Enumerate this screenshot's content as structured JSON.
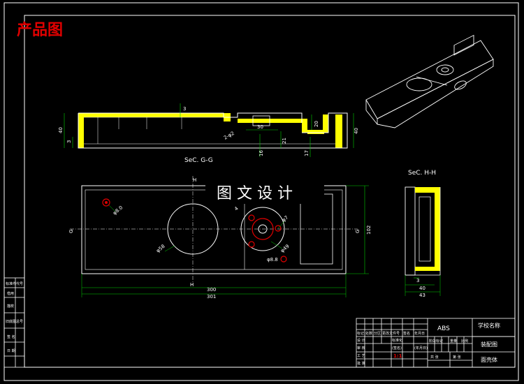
{
  "header": {
    "title": "产品图"
  },
  "watermark": "图 文 设 计",
  "section_gg": {
    "label": "SeC. G-G",
    "dims": {
      "d3_top": "3",
      "d40_left": "40",
      "d3_left": "3",
      "d2phi": "2-φ2",
      "d30": "30",
      "d16": "16",
      "d21": "21",
      "d20": "20",
      "d17": "17",
      "d40_right": "40"
    }
  },
  "plan": {
    "dims": {
      "phi8": "φ8.0",
      "phi58": "φ58",
      "phi4": "4",
      "phi7": "φ7",
      "phi49": "φ49",
      "phi8b": "φ8.8",
      "d300": "300",
      "d301": "301",
      "d102": "102"
    },
    "markers": {
      "h_top": "H",
      "h_bottom": "H",
      "g_left": "G",
      "g_right": "G"
    }
  },
  "section_hh": {
    "label": "SeC. H-H",
    "dims": {
      "d3": "3",
      "d40": "40",
      "d43": "43"
    }
  },
  "left_panel": {
    "cells": [
      "标准件代号",
      "借用",
      "描校",
      "旧底图总号",
      "签 名",
      "日 期"
    ]
  },
  "title_block": {
    "material": "ABS",
    "school": "学校名称",
    "drawing": "装配图",
    "part": "面壳体",
    "scale": "1:1",
    "header_cells": [
      "标记",
      "处数",
      "分区",
      "更改文件号",
      "签名",
      "年月日"
    ],
    "row_labels": [
      "设 计",
      "审 核",
      "工 艺",
      "批 准"
    ],
    "mid_cells": [
      "标准化",
      "(签名)",
      "(年月日)",
      "阶段标记",
      "重量",
      "比例"
    ],
    "bottom_cells": [
      "共 张",
      "第 张"
    ]
  }
}
